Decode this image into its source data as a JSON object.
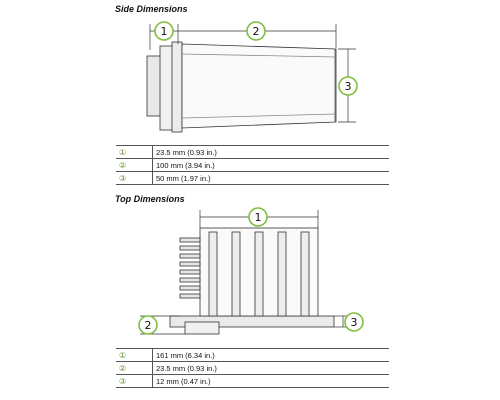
{
  "side": {
    "title": "Side Dimensions",
    "callouts": [
      "1",
      "2",
      "3"
    ],
    "rows": [
      {
        "mark": "①",
        "value": "23.5 mm (0.93 in.)"
      },
      {
        "mark": "②",
        "value": "100 mm (3.94 in.)"
      },
      {
        "mark": "③",
        "value": "50 mm (1.97 in.)"
      }
    ]
  },
  "top": {
    "title": "Top Dimensions",
    "callouts": [
      "1",
      "2",
      "3"
    ],
    "rows": [
      {
        "mark": "①",
        "value": "161 mm (6.34 in.)"
      },
      {
        "mark": "②",
        "value": "23.5 mm (0.93 in.)"
      },
      {
        "mark": "③",
        "value": "12 mm (0.47 in.)"
      }
    ]
  },
  "colors": {
    "callout_ring": "#7fbf3f",
    "line": "#333333",
    "fill": "#f2f2f2"
  }
}
